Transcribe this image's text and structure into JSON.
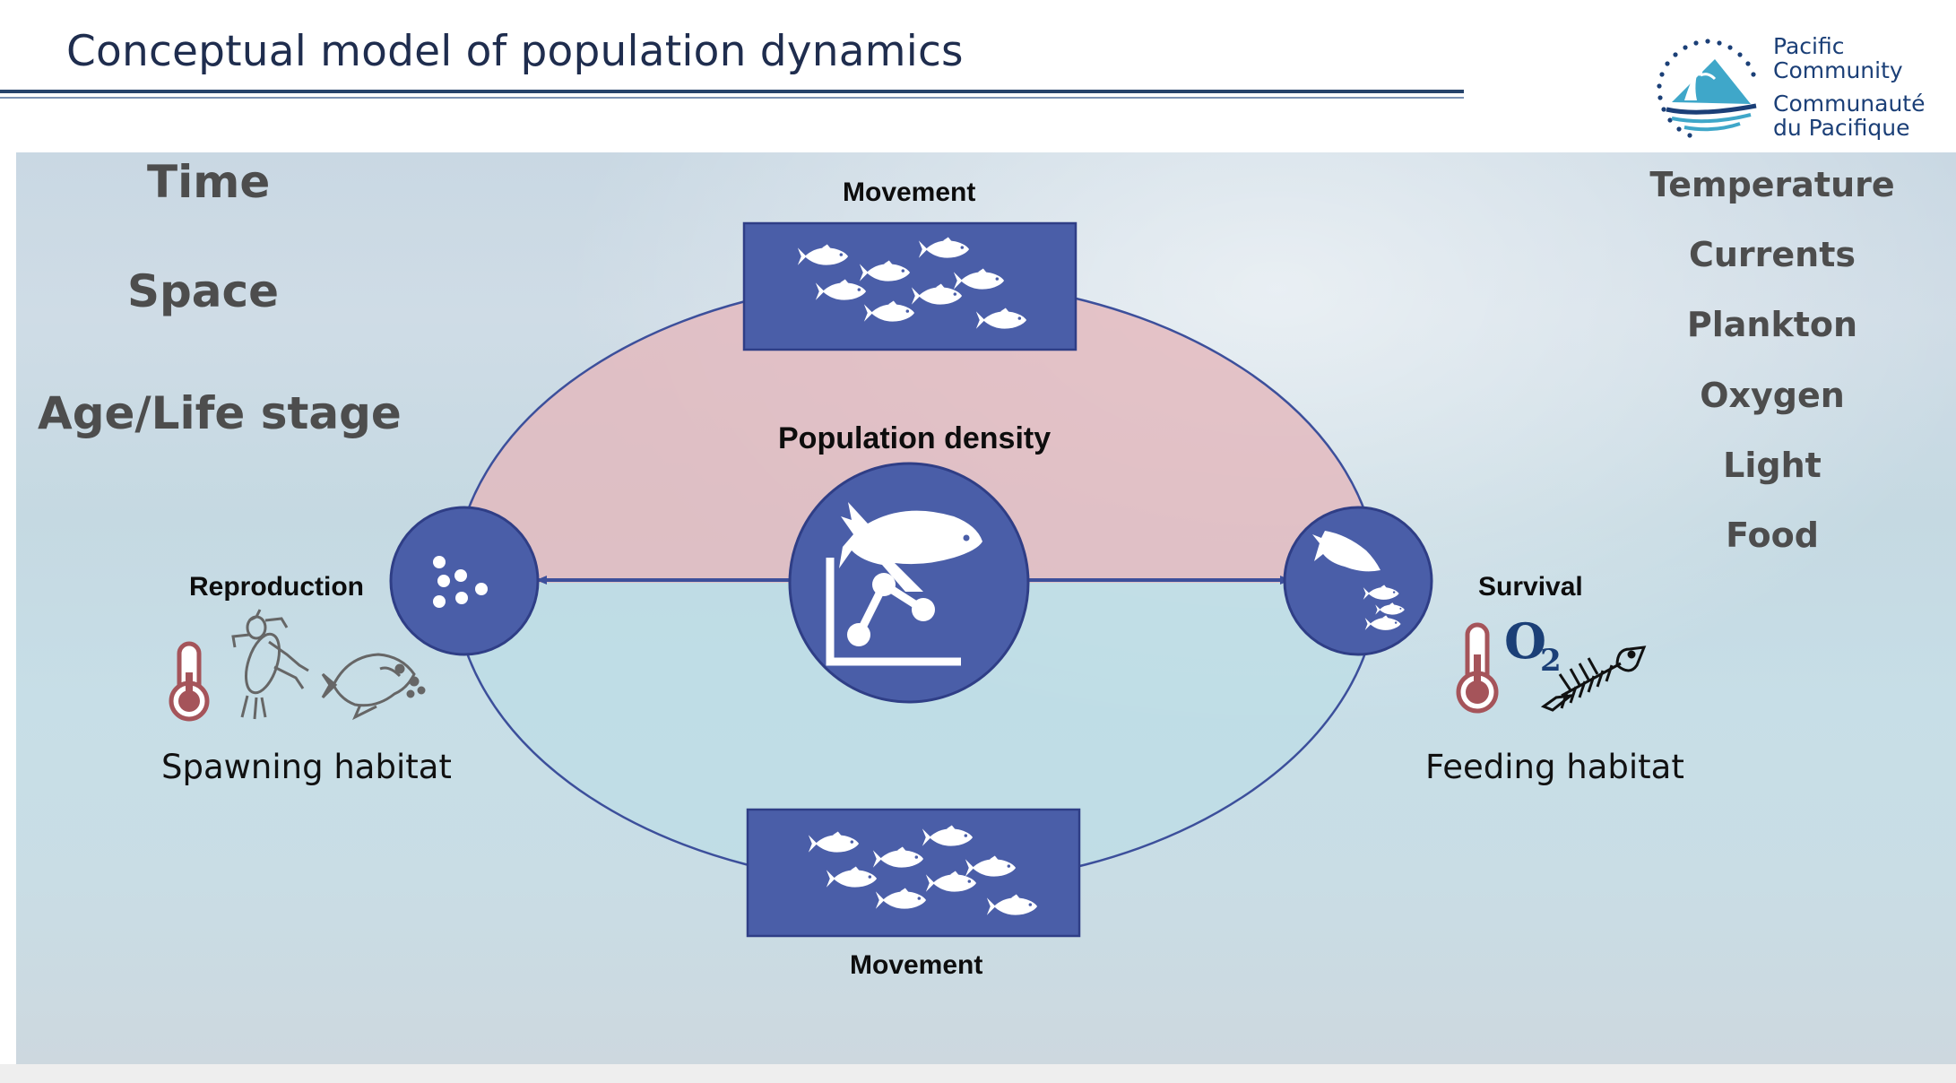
{
  "slide": {
    "title": "Conceptual model of population dynamics"
  },
  "logo": {
    "lines": [
      "Pacific",
      "Community",
      "Communauté",
      "du Pacifique"
    ]
  },
  "dimensions_left": [
    "Time",
    "Space",
    "Age/Life stage"
  ],
  "environment_factors": [
    "Temperature",
    "Currents",
    "Plankton",
    "Oxygen",
    "Light",
    "Food"
  ],
  "diagram": {
    "movement_top": "Movement",
    "movement_bottom": "Movement",
    "center": "Population density",
    "left_node": "Reproduction",
    "right_node": "Survival",
    "left_habitat": "Spawning habitat",
    "right_habitat": "Feeding habitat",
    "oxygen_symbol": "O",
    "oxygen_subscript": "2"
  },
  "colors": {
    "node_fill": "#4a5ea8",
    "node_stroke": "#2f3e86",
    "upper_fill": "#e9b7bb",
    "lower_fill": "#bfdde5",
    "title": "#1f2d4e",
    "thermometer": "#a5545a"
  }
}
